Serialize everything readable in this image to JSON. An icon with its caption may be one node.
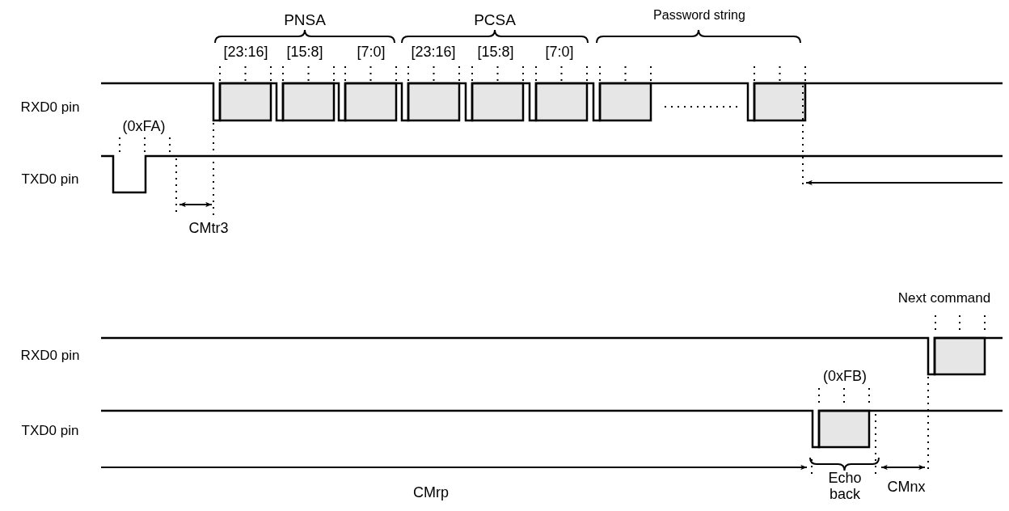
{
  "diagram": {
    "labels": [
      "PNSA",
      "PCSA",
      "Password string",
      "[23:16]",
      "[15:8]",
      "[7:0]",
      "[23:16]",
      "[15:8]",
      "[7:0]",
      "RXD0 pin",
      "(0xFA)",
      "TXD0 pin",
      "CMtr3",
      "Next command",
      "RXD0 pin",
      "(0xFB)",
      "TXD0 pin",
      "Echo back",
      "CMrp",
      "CMnx"
    ]
  }
}
